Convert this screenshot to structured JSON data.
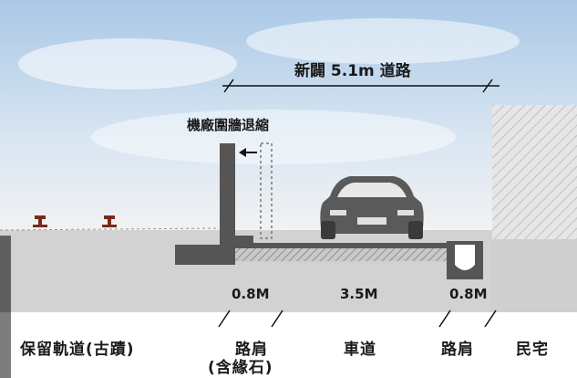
{
  "diagram": {
    "title": "新闢 5.1m 道路",
    "wall_note": "機廠圍牆退縮",
    "dimensions": [
      {
        "id": "shoulder_left",
        "value": "0.8M"
      },
      {
        "id": "carriageway",
        "value": "3.5M"
      },
      {
        "id": "shoulder_right",
        "value": "0.8M"
      }
    ],
    "labels": {
      "preserved_track": "保留軌道(古蹟)",
      "shoulder_left": "路肩",
      "shoulder_left_note": "(含緣石)",
      "carriageway": "車道",
      "shoulder_right": "路肩",
      "residence": "民宅"
    },
    "colors": {
      "sky_top": "#b9d3ea",
      "ground": "#d4d4d4",
      "structure": "#555555",
      "rail": "#7a2a1a",
      "car": "#5a5a5a",
      "building_hatch": "#bdbdbd"
    }
  }
}
